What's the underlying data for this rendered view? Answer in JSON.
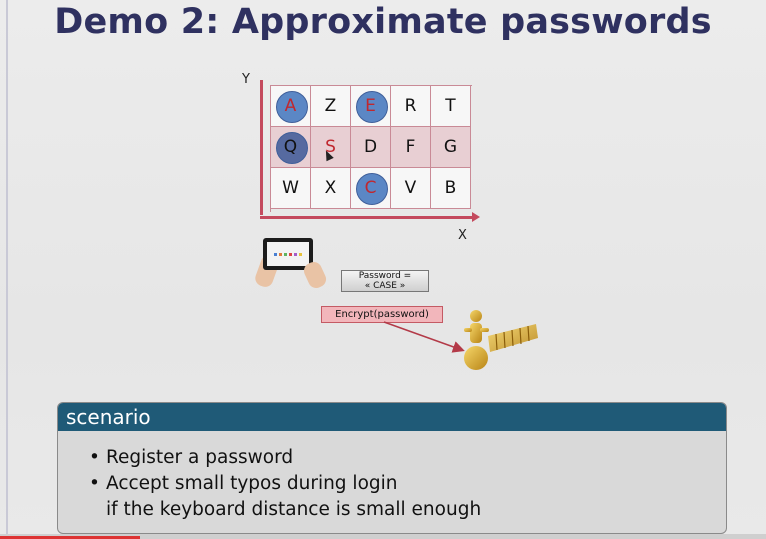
{
  "slide": {
    "title": "Demo 2: Approximate passwords"
  },
  "keyboard": {
    "axis_y": "Y",
    "axis_x": "X",
    "rows": [
      [
        {
          "ch": "A",
          "circle": true,
          "red": true
        },
        {
          "ch": "Z"
        },
        {
          "ch": "E",
          "circle": true,
          "red": true
        },
        {
          "ch": "R"
        },
        {
          "ch": "T"
        }
      ],
      [
        {
          "ch": "Q",
          "circle": true,
          "dark": true
        },
        {
          "ch": "S",
          "red": true
        },
        {
          "ch": "D"
        },
        {
          "ch": "F"
        },
        {
          "ch": "G"
        }
      ],
      [
        {
          "ch": "W"
        },
        {
          "ch": "X"
        },
        {
          "ch": "C",
          "circle": true,
          "red": true
        },
        {
          "ch": "V"
        },
        {
          "ch": "B"
        }
      ]
    ],
    "highlight_row": 1
  },
  "password_box": {
    "line1": "Password  =",
    "line2": "« CASE »"
  },
  "encrypt_box": {
    "label": "Encrypt(password)"
  },
  "scenario": {
    "heading": "scenario",
    "items": [
      [
        "Register a password"
      ],
      [
        "Accept small typos during login",
        "if the keyboard distance is small enough"
      ]
    ]
  },
  "colors": {
    "title": "#2f3160",
    "scenario_header": "#1f5a77",
    "axis": "#c44a5e",
    "key_circle": "#5b87c5",
    "key_red": "#c0282f"
  }
}
